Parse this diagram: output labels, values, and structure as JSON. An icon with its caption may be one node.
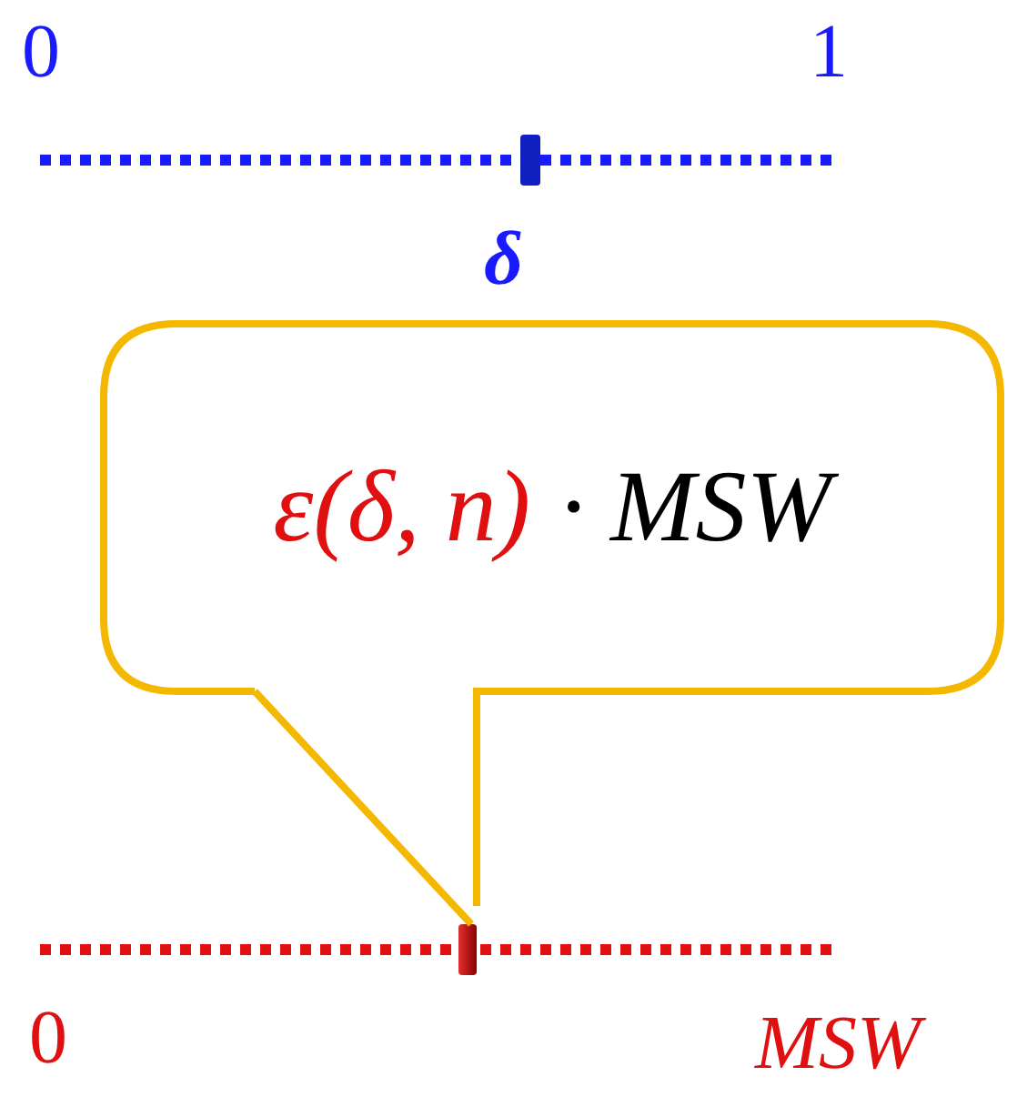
{
  "diagram": {
    "nodes": [
      {
        "text": [
          "ε(δ, n)",
          "· MSW"
        ]
      },
      {
        "text": [],
        "shape": "bar"
      }
    ],
    "edges": [
      {
        "from": 0,
        "to": 1,
        "arrow": "none"
      }
    ],
    "labels": [
      "0",
      "1",
      "δ",
      "0",
      "MSW"
    ]
  }
}
